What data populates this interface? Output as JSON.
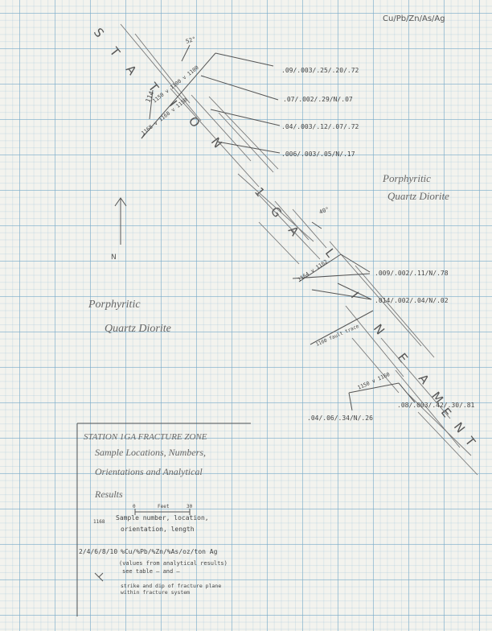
{
  "header": {
    "elements": "Cu/Pb/Zn/As/Ag"
  },
  "lineament": {
    "letters": [
      "S",
      "T",
      "A",
      "T",
      "I",
      "O",
      "N",
      "1",
      "G",
      "A",
      "L",
      "I",
      "N",
      "E",
      "A",
      "M",
      "E",
      "N",
      "T"
    ]
  },
  "structures": {
    "angle_top": "52°",
    "angle_mid": "40°",
    "label_top_count": "114",
    "label_top_row": "1150 v 1100 v 1100",
    "label_top_row2": "1168 v 1168 v 1150",
    "label_mid": "1164 v 1162",
    "label_low": "1160 fault trace",
    "label_bottom": "1150 v 1160"
  },
  "results": [
    ".09/.003/.25/.20/.72",
    ".07/.002/.29/N/.07",
    ".04/.003/.12/.07/.72",
    ".006/.003/.05/N/.17",
    ".009/.002/.11/N/.78",
    ".014/.002/.04/N/.02",
    ".08/.003/.42/.30/.81",
    ".04/.06/.34/N/.26"
  ],
  "rock_units": {
    "right_line1": "Porphyritic",
    "right_line2": "Quartz Diorite",
    "left_line1": "Porphyritic",
    "left_line2": "Quartz Diorite"
  },
  "north_arrow": {
    "label": "N"
  },
  "legend": {
    "title": "STATION 1GA FRACTURE ZONE",
    "line2": "Sample Locations, Numbers,",
    "line3": "Orientations and Analytical",
    "line4": "Results",
    "scale_zero": "0",
    "scale_label": "Feet",
    "scale_end": "30",
    "sample_key": "1168",
    "sample_desc": "Sample number, location,",
    "sample_desc2": "orientation, length",
    "format_key": "2/4/6/8/10",
    "format_desc": "%Cu/%Pb/%Zn/%As/oz/ton Ag",
    "format_note": "(values from analytical results)",
    "format_note2": "see table — and —",
    "strike_desc": "strike and dip of fracture plane",
    "strike_desc2": "within fracture system"
  }
}
